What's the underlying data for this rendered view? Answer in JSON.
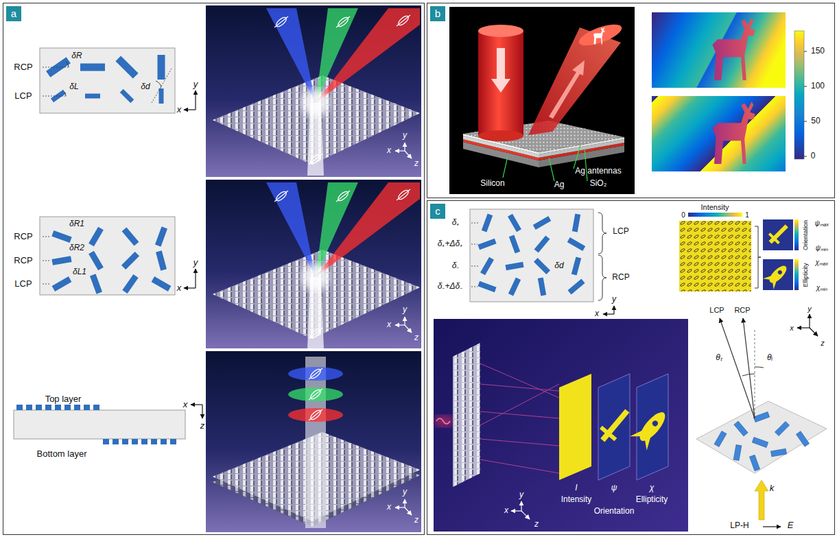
{
  "diagram": {
    "nodes": [
      {
        "text": [
          "a"
        ]
      },
      {
        "text": [
          "b"
        ]
      },
      {
        "text": [
          "c"
        ]
      }
    ],
    "labels": [
      "RCP",
      "LCP",
      "δR",
      "δL",
      "δd",
      "y",
      "x",
      "y",
      "x",
      "z",
      "RCP",
      "RCP",
      "LCP",
      "δR1",
      "δR2",
      "δL1",
      "y",
      "x",
      "y",
      "x",
      "z",
      "Top layer",
      "x",
      "z",
      "Bottom layer",
      "y",
      "x",
      "z",
      "Ag antennas",
      "SiO₂",
      "Ag",
      "Silicon",
      "150",
      "100",
      "50",
      "0",
      "δ₊",
      "δ₊+Δδ₊",
      "δ₋",
      "δ₋+Δδ₋",
      "δd",
      "LCP",
      "RCP",
      "y",
      "x",
      "Intensity",
      "0",
      "1",
      "ψₘₐₓ",
      "Orientation",
      "ψₘᵢₙ",
      "χₘₐₓ",
      "Ellipticity",
      "χₘᵢₙ",
      "LCP",
      "RCP",
      "θₜ",
      "θᵢ",
      "y",
      "x",
      "z",
      "I",
      "Intensity",
      "ψ",
      "Orientation",
      "χ",
      "Ellipticity",
      "y",
      "x",
      "z",
      "k",
      "LP-H",
      "E"
    ]
  }
}
